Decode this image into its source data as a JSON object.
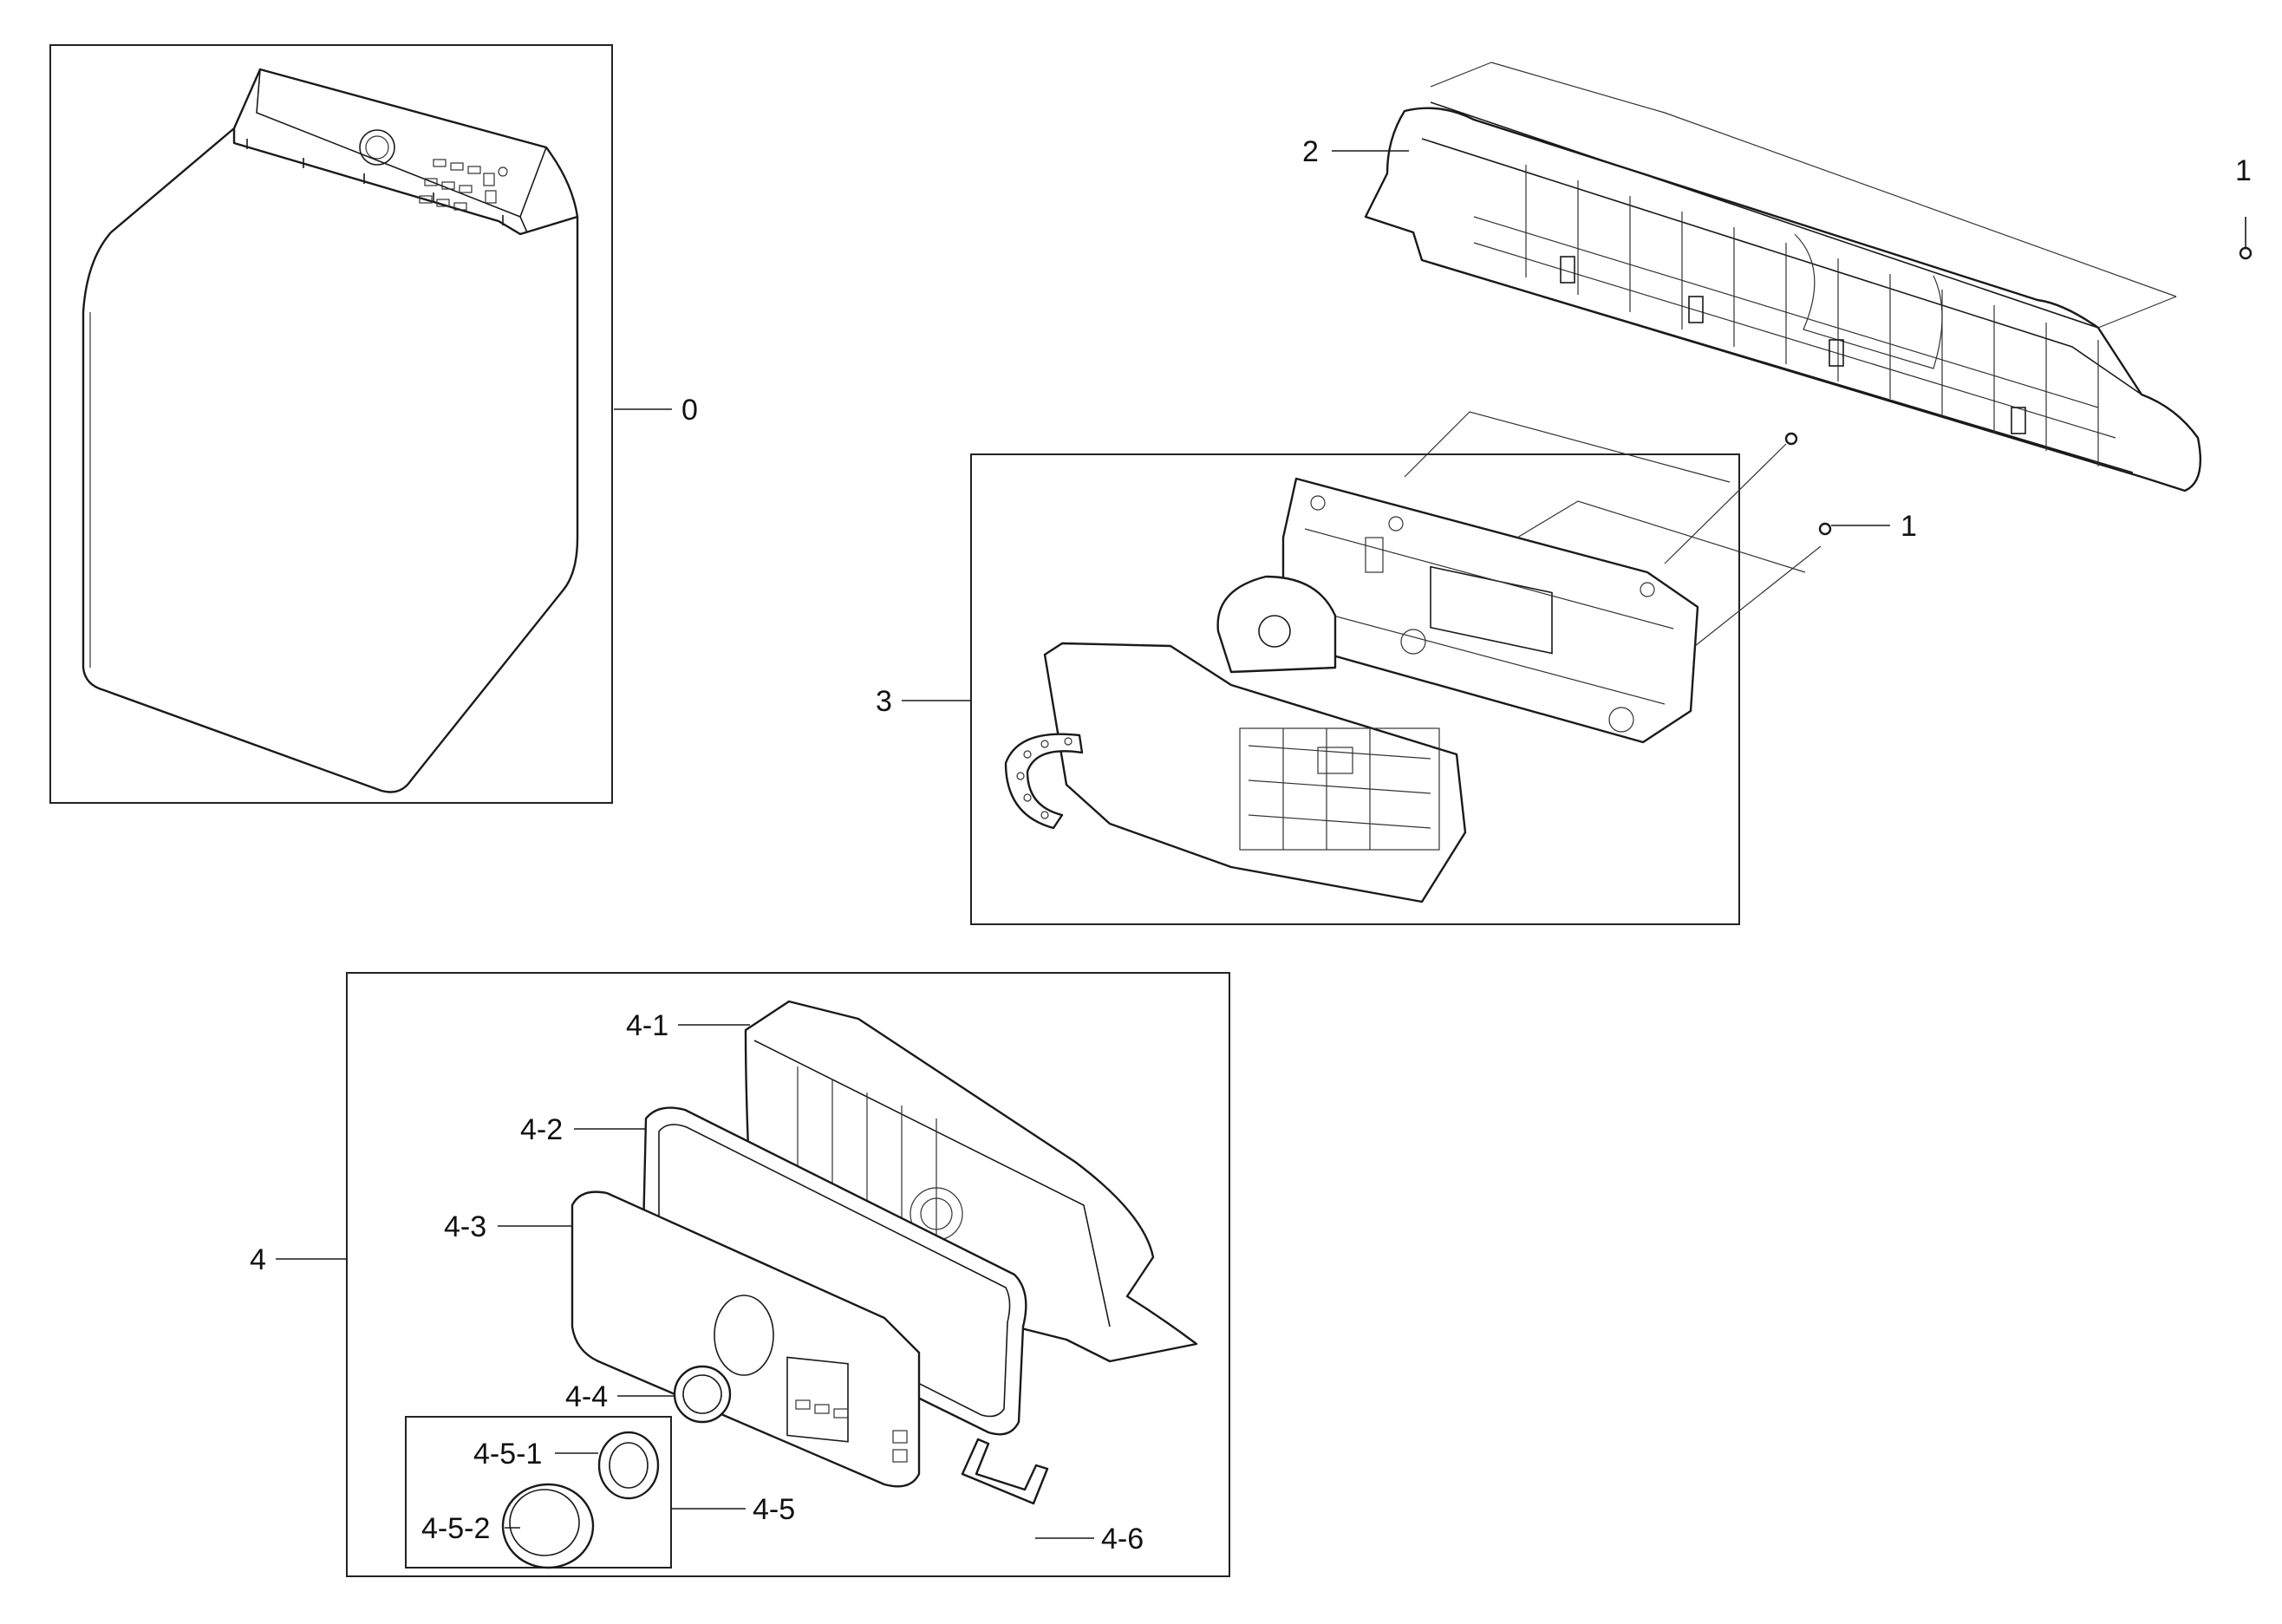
{
  "callouts": {
    "c0": "0",
    "c1a": "1",
    "c1b": "1",
    "c2": "2",
    "c3": "3",
    "c4": "4",
    "c4_1": "4-1",
    "c4_2": "4-2",
    "c4_3": "4-3",
    "c4_4": "4-4",
    "c4_5": "4-5",
    "c4_5_1": "4-5-1",
    "c4_5_2": "4-5-2",
    "c4_6": "4-6"
  }
}
